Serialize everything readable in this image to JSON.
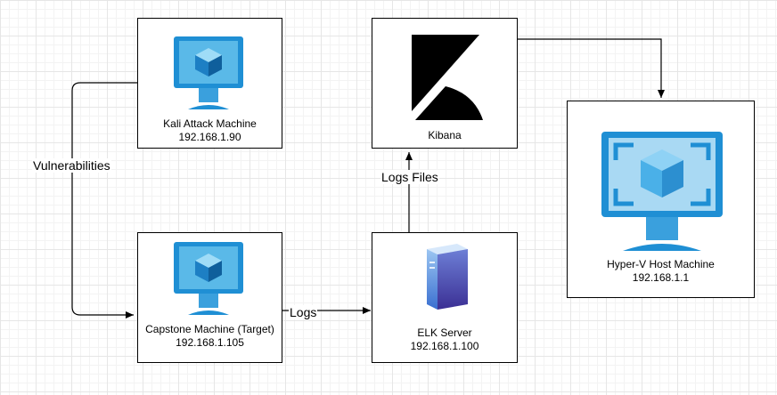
{
  "nodes": {
    "kali": {
      "name": "Kali Attack Machine",
      "ip": "192.168.1.90"
    },
    "capstone": {
      "name": "Capstone Machine (Target)",
      "ip": "192.168.1.105"
    },
    "kibana": {
      "name": "Kibana"
    },
    "elk": {
      "name": "ELK Server",
      "ip": "192.168.1.100"
    },
    "hyperv": {
      "name": "Hyper-V Host Machine",
      "ip": "192.168.1.1"
    }
  },
  "edges": {
    "vulnerabilities": "Vulnerabilities",
    "logs": "Logs",
    "log_files": "Logs Files"
  },
  "icons": {
    "kali": "virtual-machine-icon",
    "capstone": "virtual-machine-icon",
    "kibana": "kibana-logo-icon",
    "elk": "server-icon",
    "hyperv": "hyper-v-icon"
  },
  "colors": {
    "azure_blue": "#1f8fd4",
    "monitor_light": "#5ab9e8",
    "edge": "#000000"
  }
}
